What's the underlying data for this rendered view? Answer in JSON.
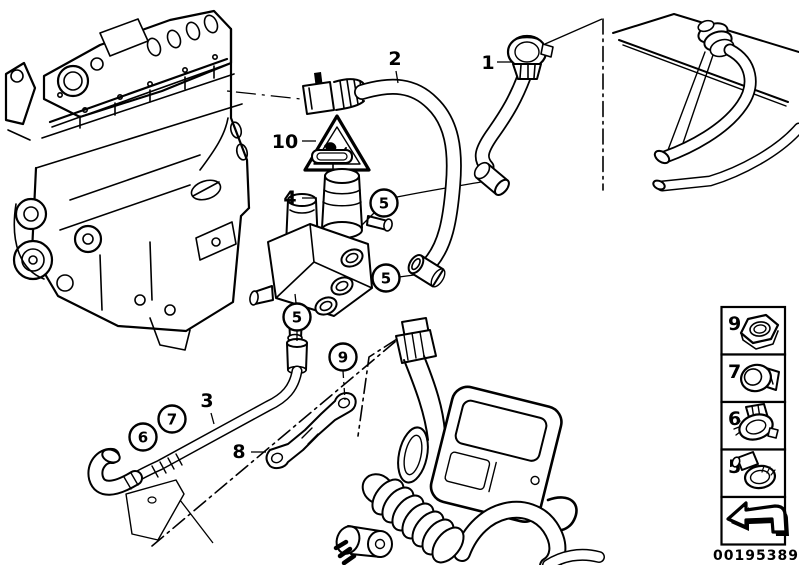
{
  "figure": {
    "type": "engine-cooling-parts-diagram"
  },
  "callouts": {
    "c1": {
      "label": "1"
    },
    "c2": {
      "label": "2"
    },
    "c3": {
      "label": "3"
    },
    "c4": {
      "label": "4"
    },
    "c5a": {
      "label": "5"
    },
    "c5b": {
      "label": "5"
    },
    "c5c": {
      "label": "5"
    },
    "c6": {
      "label": "6"
    },
    "c7": {
      "label": "7"
    },
    "c8": {
      "label": "8"
    },
    "c9": {
      "label": "9"
    },
    "c10": {
      "label": "10"
    }
  },
  "legend": {
    "items": [
      {
        "label": "9",
        "icon": "hex-nut-icon"
      },
      {
        "label": "7",
        "icon": "profile-clamp-icon"
      },
      {
        "label": "6",
        "icon": "clip-clamp-icon"
      },
      {
        "label": "5",
        "icon": "worm-drive-clamp-icon"
      },
      {
        "label": "",
        "icon": "direction-arrow-icon"
      }
    ]
  },
  "footer": {
    "image_number": "00195389"
  },
  "colors": {
    "line": "#000000",
    "background": "#ffffff"
  }
}
